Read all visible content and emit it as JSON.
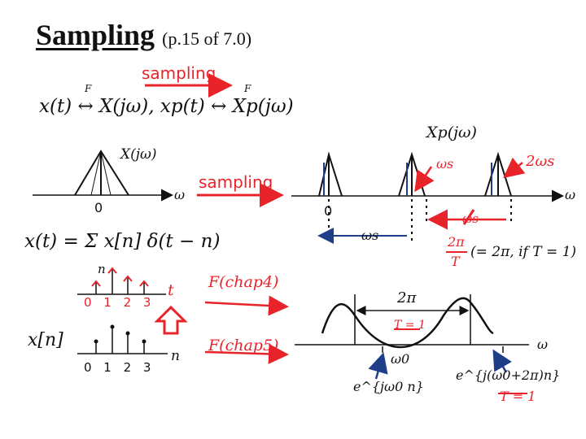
{
  "title": {
    "main": "Sampling",
    "sub": "(p.15 of 7.0)"
  },
  "labels": {
    "sampling_top": "sampling",
    "sampling_mid": "sampling",
    "F_top_left": "F",
    "F_top_right": "F",
    "eq_top": "x(t) ↔ X(jω),   xp(t) ↔ Xp(jω)",
    "Xjw": "X(jω)",
    "Xpjw": "Xp(jω)",
    "zero_left": "0",
    "zero_right": "0",
    "omega_axis_left": "ω",
    "omega_axis_right": "ω",
    "omega_s_1": "ωs",
    "omega_s_2": "ωs",
    "omega_s_3": "ωs",
    "two_omega_s": "2ωs",
    "two_pi": "2π",
    "T_den": "T",
    "eq_note": "(= 2π, if T = 1)",
    "sum_expr": "x(t) = Σ x[n] δ(t − n)",
    "sum_index": "n",
    "t_axis": "t",
    "ticks_top": "0 1 2 3",
    "ticks_bottom": "0 1 2 3",
    "xn": "x[n]",
    "n_axis": "n",
    "F_chap4": "F(chap4)",
    "F_chap5": "F(chap5)",
    "two_pi_bottom": "2π",
    "T_eq_1": "T = 1",
    "omega0": "ω0",
    "exp_left": "e^{jω0 n}",
    "exp_right": "e^{j(ω0+2π)n}",
    "T_eq_1_b": "T = 1",
    "omega_axis_bottom": "ω"
  },
  "colors": {
    "accent_red": "#e8232a",
    "ink": "#111111",
    "blue": "#1f3e8a"
  }
}
